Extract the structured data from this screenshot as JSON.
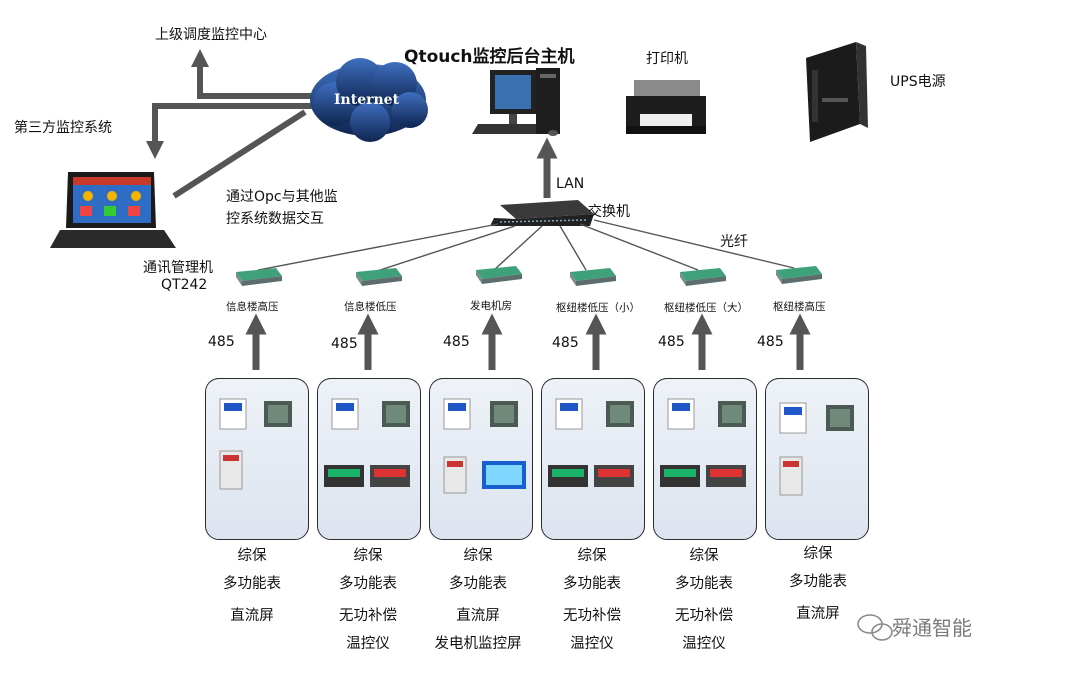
{
  "network": {
    "upper_center": "上级调度监控中心",
    "third_party": "第三方监控系统",
    "internet": "Internet",
    "host": "Qtouch监控后台主机",
    "printer": "打印机",
    "ups": "UPS电源",
    "lan": "LAN",
    "switch": "交换机",
    "fiber": "光纤",
    "opc_note": [
      "通过Opc与其他监",
      "控系统数据交互"
    ],
    "comm_manager": [
      "通讯管理机",
      "QT242"
    ]
  },
  "gateways": [
    {
      "label": "信息楼高压",
      "bus": "485"
    },
    {
      "label": "信息楼低压",
      "bus": "485"
    },
    {
      "label": "发电机房",
      "bus": "485"
    },
    {
      "label": "枢纽楼低压（小）",
      "bus": "485"
    },
    {
      "label": "枢纽楼低压（大）",
      "bus": "485"
    },
    {
      "label": "枢纽楼高压",
      "bus": "485"
    }
  ],
  "panels": [
    {
      "devices": [
        "综保",
        "多功能表",
        "直流屏"
      ]
    },
    {
      "devices": [
        "综保",
        "多功能表",
        "无功补偿",
        "温控仪"
      ]
    },
    {
      "devices": [
        "综保",
        "多功能表",
        "直流屏",
        "发电机监控屏"
      ]
    },
    {
      "devices": [
        "综保",
        "多功能表",
        "无功补偿",
        "温控仪"
      ]
    },
    {
      "devices": [
        "综保",
        "多功能表",
        "无功补偿",
        "温控仪"
      ]
    },
    {
      "devices": [
        "综保",
        "多功能表",
        "直流屏"
      ]
    }
  ],
  "watermark": "舜通智能",
  "colors": {
    "arrow": "#555555",
    "cloud": "#1f3f7a",
    "line": "#555555",
    "panel_border": "#2b2b2b"
  }
}
